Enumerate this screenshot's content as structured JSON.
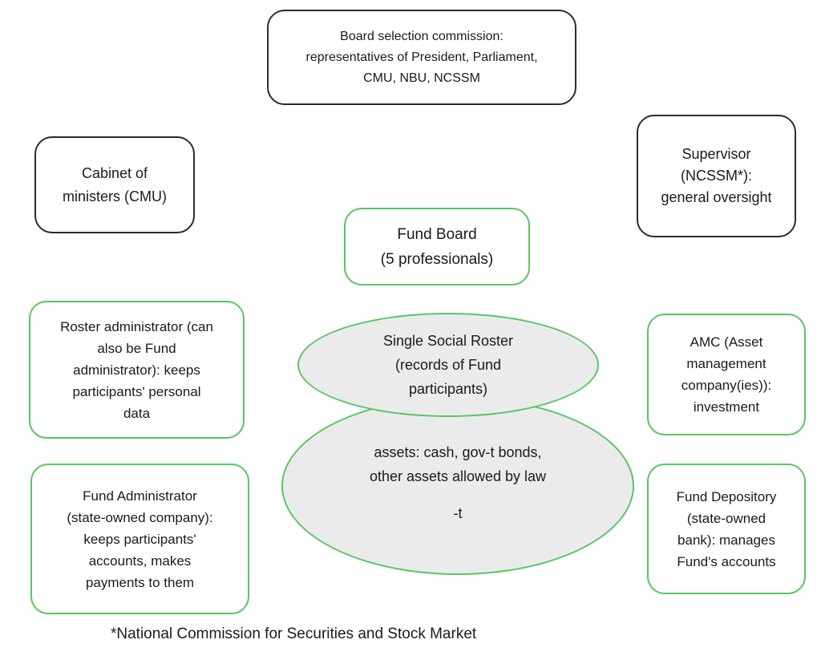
{
  "commission": {
    "lines": [
      "Board selection commission:",
      "representatives of President, Parliament,",
      "CMU, NBU, NCSSM"
    ]
  },
  "cabinet": {
    "lines": [
      "Cabinet of",
      "ministers (CMU)"
    ]
  },
  "supervisor": {
    "lines": [
      "Supervisor",
      "(NCSSM*):",
      "general oversight"
    ]
  },
  "fund_board": {
    "lines": [
      "Fund Board",
      "(5 professionals)"
    ]
  },
  "roster_admin": {
    "lines": [
      "Roster administrator (can",
      "also be Fund",
      "administrator): keeps",
      "participants' personal",
      "data"
    ]
  },
  "single_roster": {
    "lines": [
      "Single Social Roster",
      "(records of Fund",
      "participants)"
    ]
  },
  "assets": {
    "lines": [
      "assets: cash, gov-t bonds,",
      "other assets allowed by law"
    ],
    "suffix": "-t"
  },
  "amc": {
    "lines": [
      "AMC (Asset",
      "management",
      "company(ies)):",
      "investment"
    ]
  },
  "fund_admin": {
    "lines": [
      "Fund Administrator",
      "(state-owned company):",
      "keeps participants'",
      "accounts, makes",
      "payments to them"
    ]
  },
  "depository": {
    "lines": [
      "Fund Depository",
      "(state-owned",
      "bank): manages",
      "Fund's accounts"
    ]
  },
  "footnote": {
    "text": "*National Commission for Securities and Stock Market"
  },
  "colors": {
    "dark_border": "#2b2b2b",
    "green_border": "#57c75e",
    "ellipse_fill": "#ebebeb"
  }
}
